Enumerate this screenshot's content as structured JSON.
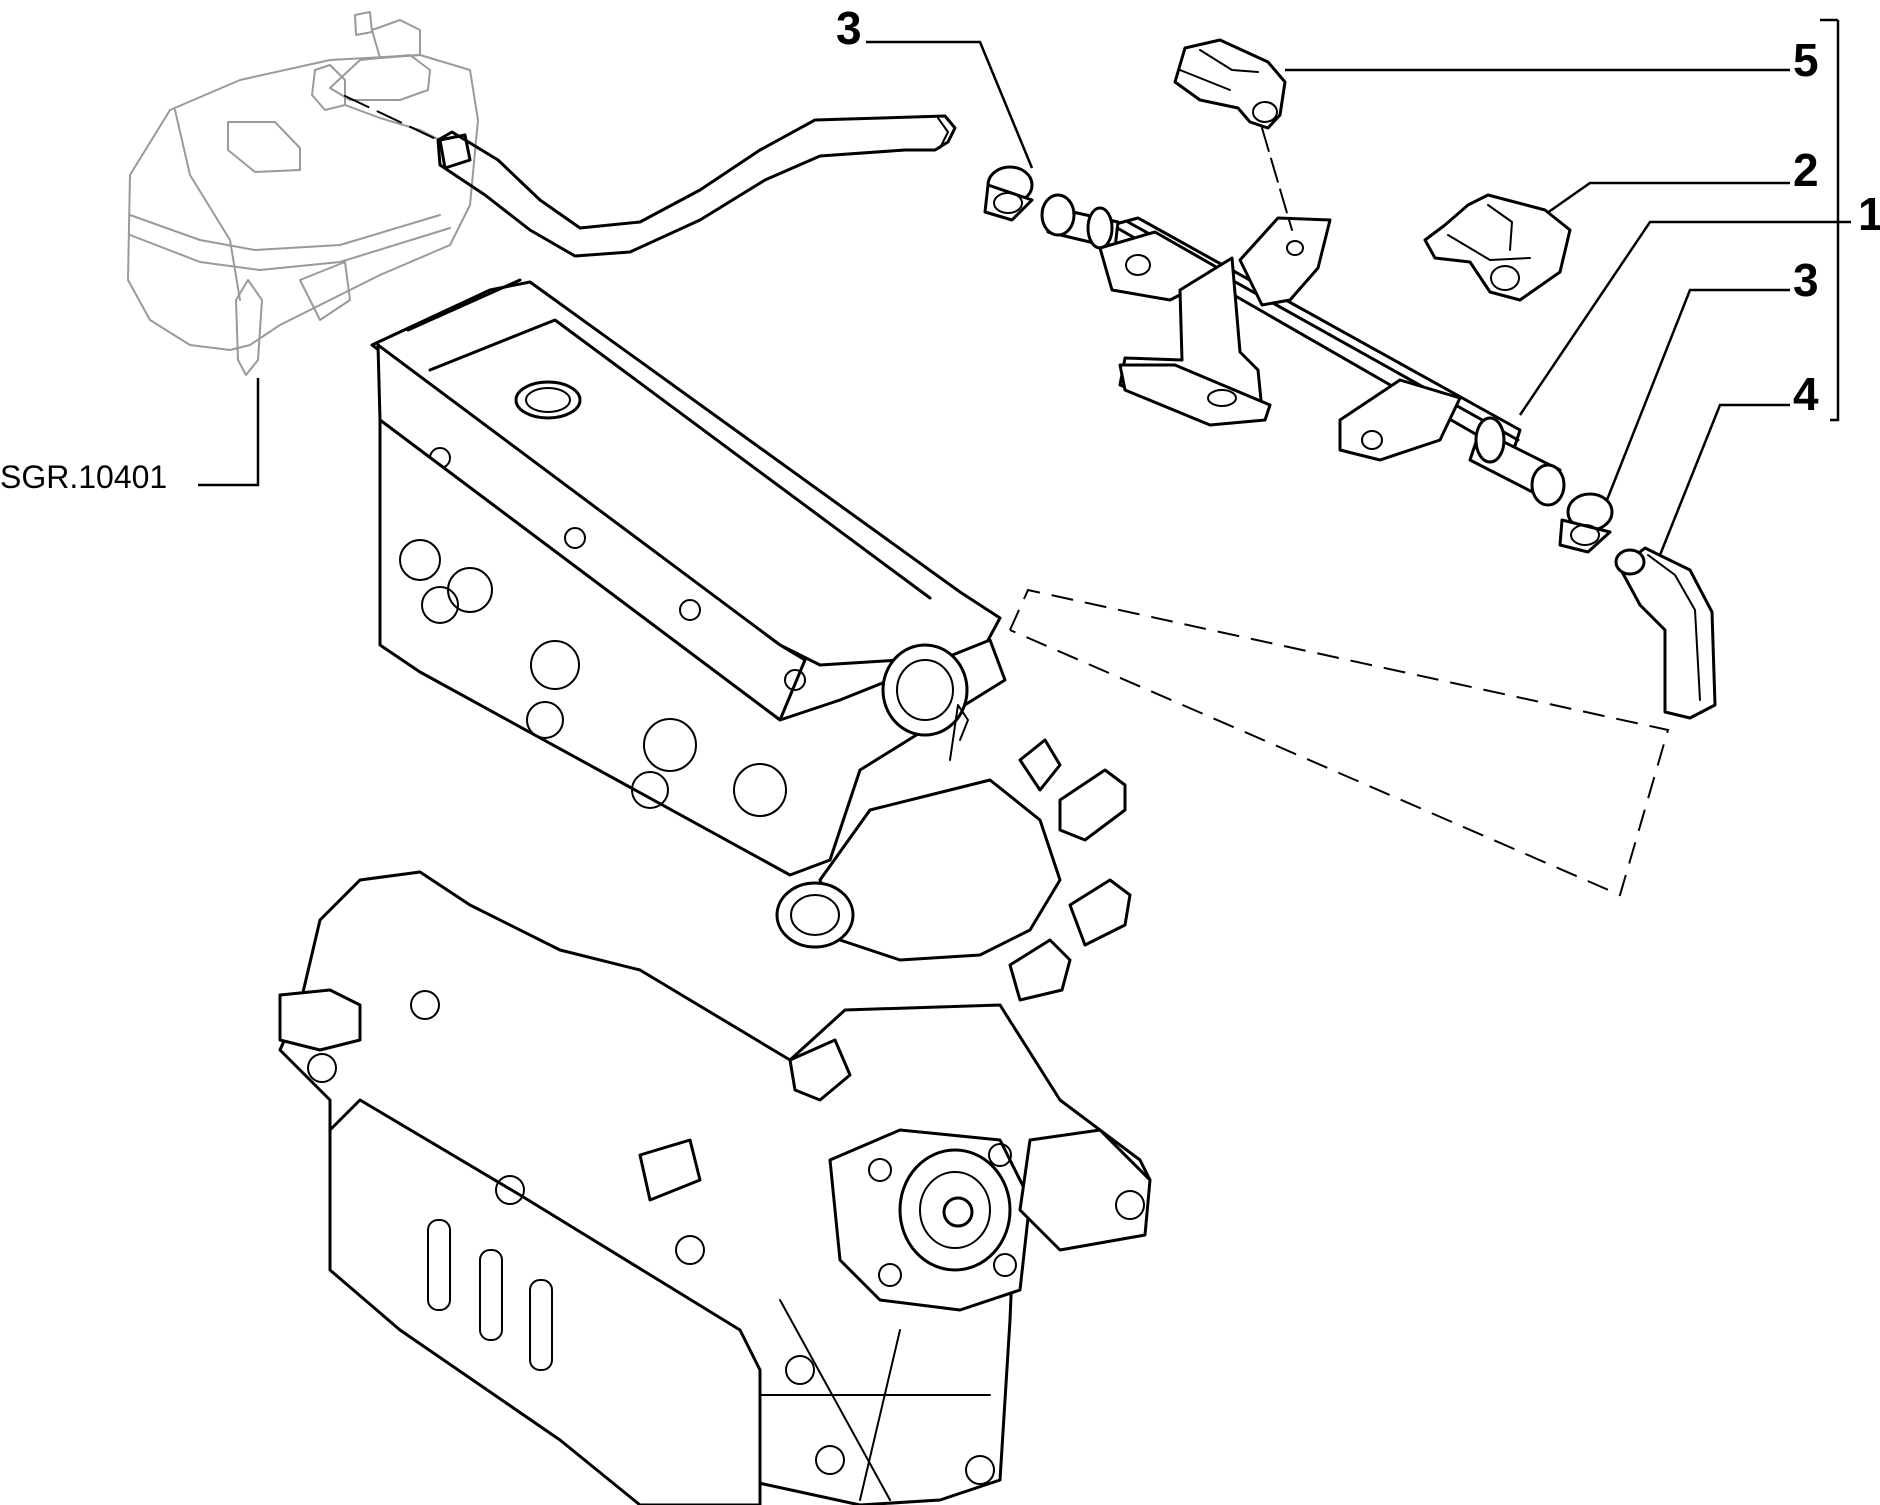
{
  "reference_code": "SGR.10401",
  "callouts": [
    "3",
    "5",
    "2",
    "1",
    "3",
    "4"
  ],
  "colors": {
    "line": "#000000",
    "ghost": "#9a9a9a",
    "background": "#ffffff"
  }
}
